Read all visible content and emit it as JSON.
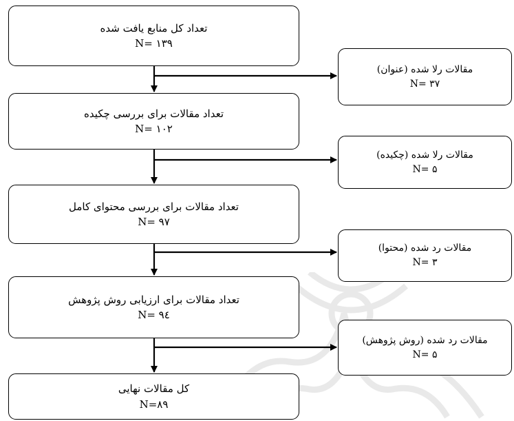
{
  "main_steps": [
    {
      "label": "تعداد کل منابع یافت شده",
      "n": "N= ۱۳۹"
    },
    {
      "label": "تعداد مقالات برای بررسی چکیده",
      "n": "N= ۱۰۲"
    },
    {
      "label": "تعداد مقالات برای بررسی محتوای کامل",
      "n": "N= ۹۷"
    },
    {
      "label": "تعداد مقالات برای ارزیابی روش پژوهش",
      "n": "N= ۹٤"
    },
    {
      "label": "کل مقالات نهایی",
      "n": "N=۸۹"
    }
  ],
  "excluded": [
    {
      "label": "مقالات رلا شده (عنوان)",
      "n": "N= ۳۷"
    },
    {
      "label": "مقالات رلا شده (چکیده)",
      "n": "N= ۵"
    },
    {
      "label": "مقالات رد شده (محتوا)",
      "n": "N= ۳"
    },
    {
      "label": "مقالات رد شده (روش پژوهش)",
      "n": "N= ۵"
    }
  ]
}
